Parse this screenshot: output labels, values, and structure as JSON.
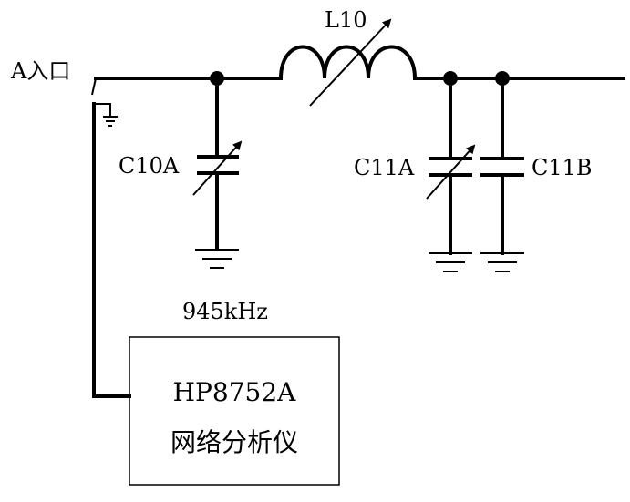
{
  "diagram": {
    "input_label": "A入口",
    "inductor_label": "L10",
    "cap_c10a_label": "C10A",
    "cap_c11a_label": "C11A",
    "cap_c11b_label": "C11B",
    "frequency_label": "945kHz",
    "analyzer": {
      "model": "HP8752A",
      "name": "网络分析仪"
    }
  }
}
